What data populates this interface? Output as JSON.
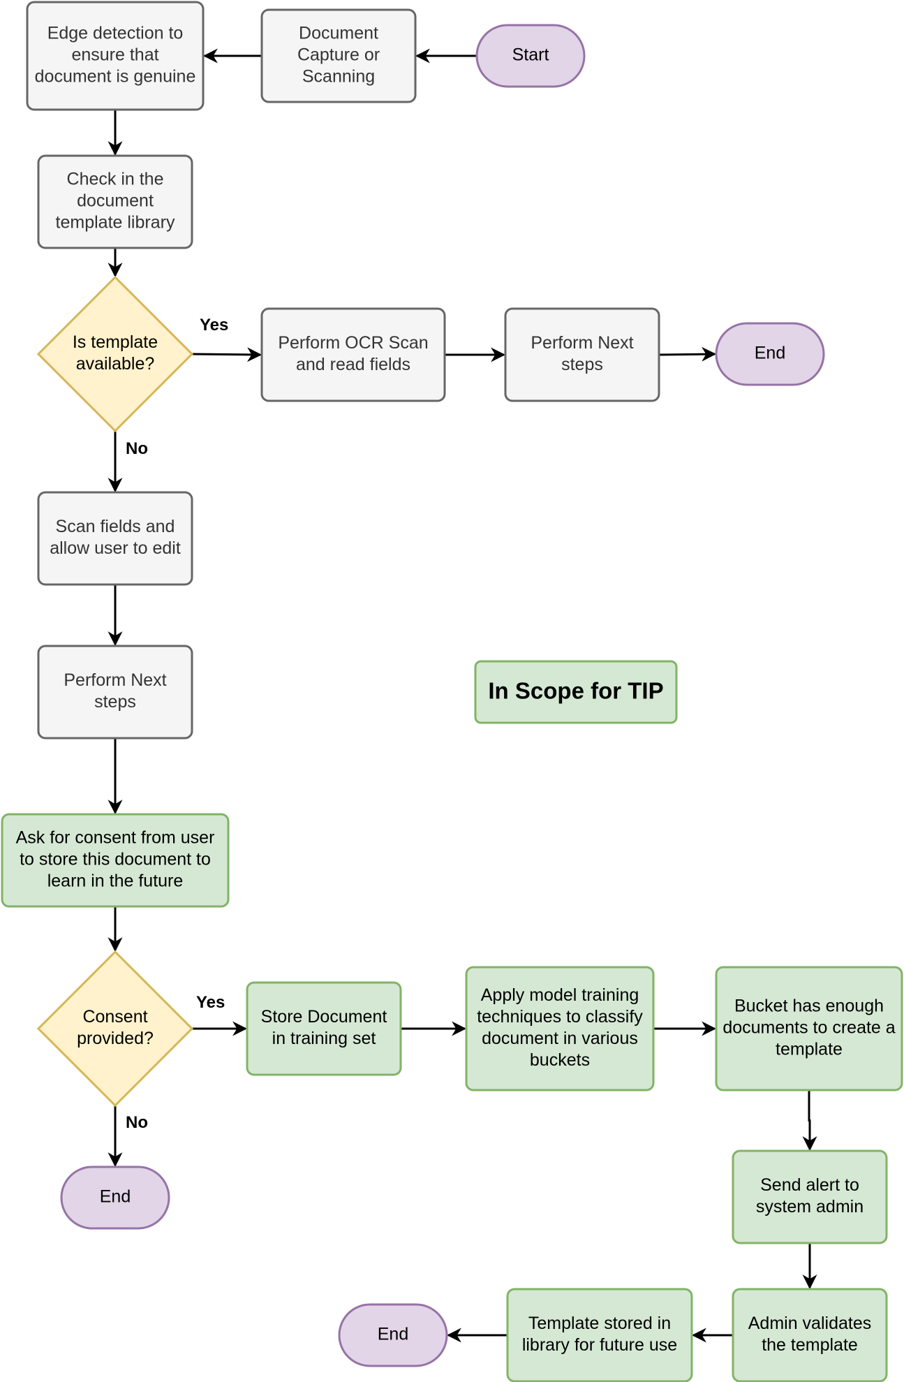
{
  "colors": {
    "gray_fill": "#f5f5f5",
    "gray_stroke": "#666666",
    "gray_text": "#333333",
    "green_fill": "#d5e8d4",
    "green_stroke": "#82b366",
    "green_text": "#000000",
    "yellow_fill": "#fff2cc",
    "yellow_stroke": "#d6b656",
    "purple_fill": "#e1d5e7",
    "purple_stroke": "#9673a6",
    "edge": "#000000"
  },
  "nodes": {
    "start": {
      "lines": [
        "Start"
      ]
    },
    "document_capture": {
      "lines": [
        "Document",
        "Capture or",
        "Scanning"
      ]
    },
    "edge_detection": {
      "lines": [
        "Edge detection to",
        "ensure that",
        "document is genuine"
      ]
    },
    "check_library": {
      "lines": [
        "Check in the",
        "document",
        "template library"
      ]
    },
    "template_available": {
      "lines": [
        "Is template",
        "available?"
      ]
    },
    "ocr_scan": {
      "lines": [
        "Perform OCR Scan",
        "and read fields"
      ]
    },
    "next_steps_top": {
      "lines": [
        "Perform Next",
        "steps"
      ]
    },
    "end_top": {
      "lines": [
        "End"
      ]
    },
    "scan_fields": {
      "lines": [
        "Scan fields and",
        "allow user to edit"
      ]
    },
    "next_steps_mid": {
      "lines": [
        "Perform Next",
        "steps"
      ]
    },
    "ask_consent": {
      "lines": [
        "Ask for consent from user",
        "to store this document to",
        "learn in the future"
      ]
    },
    "consent_provided": {
      "lines": [
        "Consent",
        "provided?"
      ]
    },
    "end_consent": {
      "lines": [
        "End"
      ]
    },
    "store_document": {
      "lines": [
        "Store Document",
        "in training set"
      ]
    },
    "apply_training": {
      "lines": [
        "Apply model training",
        "techniques to classify",
        "document in various",
        "buckets"
      ]
    },
    "bucket_enough": {
      "lines": [
        "Bucket has enough",
        "documents to create a",
        "template"
      ]
    },
    "send_alert": {
      "lines": [
        "Send alert to",
        "system admin"
      ]
    },
    "admin_validates": {
      "lines": [
        "Admin validates",
        "the template"
      ]
    },
    "template_stored": {
      "lines": [
        "Template stored in",
        "library for future use"
      ]
    },
    "end_bottom": {
      "lines": [
        "End"
      ]
    }
  },
  "edge_labels": {
    "template_yes": "Yes",
    "template_no": "No",
    "consent_yes": "Yes",
    "consent_no": "No"
  },
  "scope_label": "In Scope for TIP"
}
